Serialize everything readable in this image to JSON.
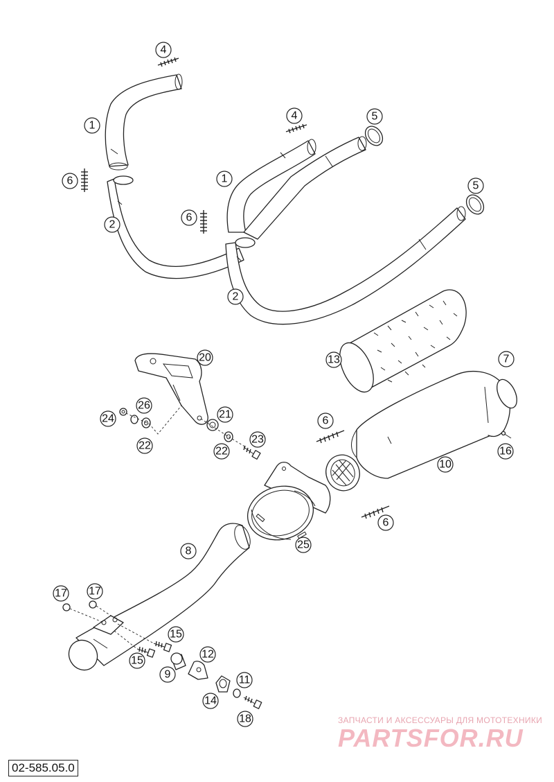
{
  "drawing_code": "02-585.05.0",
  "watermark": {
    "subtitle": "ЗАПЧАСТИ И АКСЕССУАРЫ ДЛЯ МОТОТЕХНИКИ",
    "logo": "PARTSFOR.RU"
  },
  "callouts": [
    {
      "id": "c-4a",
      "label": "4"
    },
    {
      "id": "c-1a",
      "label": "1"
    },
    {
      "id": "c-6a",
      "label": "6"
    },
    {
      "id": "c-2a",
      "label": "2"
    },
    {
      "id": "c-4b",
      "label": "4"
    },
    {
      "id": "c-5a",
      "label": "5"
    },
    {
      "id": "c-1b",
      "label": "1"
    },
    {
      "id": "c-6b",
      "label": "6"
    },
    {
      "id": "c-5b",
      "label": "5"
    },
    {
      "id": "c-2b",
      "label": "2"
    },
    {
      "id": "c-13",
      "label": "13"
    },
    {
      "id": "c-7",
      "label": "7"
    },
    {
      "id": "c-20",
      "label": "20"
    },
    {
      "id": "c-26",
      "label": "26"
    },
    {
      "id": "c-24",
      "label": "24"
    },
    {
      "id": "c-22a",
      "label": "22"
    },
    {
      "id": "c-21",
      "label": "21"
    },
    {
      "id": "c-22b",
      "label": "22"
    },
    {
      "id": "c-23",
      "label": "23"
    },
    {
      "id": "c-6c",
      "label": "6"
    },
    {
      "id": "c-10",
      "label": "10"
    },
    {
      "id": "c-16",
      "label": "16"
    },
    {
      "id": "c-6d",
      "label": "6"
    },
    {
      "id": "c-25",
      "label": "25"
    },
    {
      "id": "c-8",
      "label": "8"
    },
    {
      "id": "c-17a",
      "label": "17"
    },
    {
      "id": "c-17b",
      "label": "17"
    },
    {
      "id": "c-15a",
      "label": "15"
    },
    {
      "id": "c-15b",
      "label": "15"
    },
    {
      "id": "c-12",
      "label": "12"
    },
    {
      "id": "c-9",
      "label": "9"
    },
    {
      "id": "c-11",
      "label": "11"
    },
    {
      "id": "c-14",
      "label": "14"
    },
    {
      "id": "c-18",
      "label": "18"
    }
  ]
}
